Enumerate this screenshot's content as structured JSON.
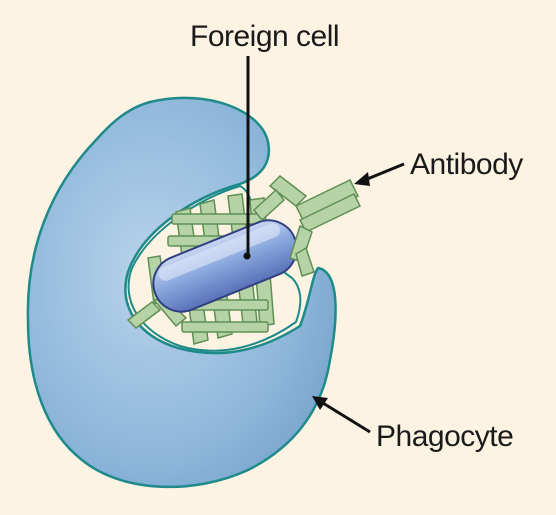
{
  "diagram": {
    "labels": {
      "foreign_cell": "Foreign cell",
      "antibody": "Antibody",
      "phagocyte": "Phagocyte"
    },
    "colors": {
      "background": "#fdf3e3",
      "phagocyte_fill": "#8fb8db",
      "phagocyte_outline": "#1f8a8a",
      "antibody_fill": "#b5d3a6",
      "antibody_outline": "#5f8f55",
      "foreign_cell_fill": "#7f9fd8"
    }
  }
}
